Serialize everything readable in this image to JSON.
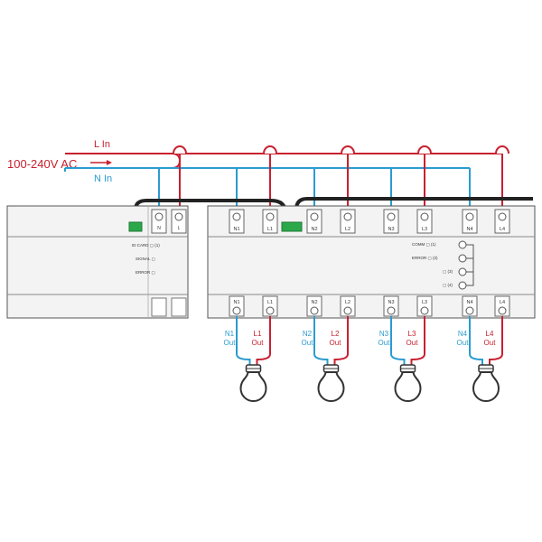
{
  "supply": {
    "voltage_label": "100-240V AC",
    "live_label": "L In",
    "neutral_label": "N In",
    "arrow_icon": "right-arrow"
  },
  "colors": {
    "live": "#c8202f",
    "neutral": "#2a9bd1",
    "bus": "#222222",
    "module_fill": "#f3f3f3",
    "module_stroke": "#555555",
    "connector": "#2aa84a"
  },
  "controller": {
    "terminals": [
      {
        "top": "",
        "bottom": "N"
      },
      {
        "top": "",
        "bottom": "L"
      }
    ],
    "status_lines": [
      "ID CARD ▢ (1)",
      "SIGNAL ▢",
      "ERROR ▢"
    ]
  },
  "relay_module": {
    "top_terminals": [
      "N1",
      "L1",
      "N2",
      "L2",
      "N3",
      "L3",
      "N4",
      "L4"
    ],
    "bottom_terminals": [
      "N1",
      "L1",
      "N2",
      "L2",
      "N3",
      "L3",
      "N4",
      "L4"
    ],
    "status_lines": [
      "COMM ▢ (1)",
      "ERROR ▢ (2)",
      "▢ (3)",
      "▢ (4)"
    ]
  },
  "outputs": [
    {
      "neutral_label": "N1",
      "neutral_sub": "Out",
      "live_label": "L1",
      "live_sub": "Out"
    },
    {
      "neutral_label": "N2",
      "neutral_sub": "Out",
      "live_label": "L2",
      "live_sub": "Out"
    },
    {
      "neutral_label": "N3",
      "neutral_sub": "Out",
      "live_label": "L3",
      "live_sub": "Out"
    },
    {
      "neutral_label": "N4",
      "neutral_sub": "Out",
      "live_label": "L4",
      "live_sub": "Out"
    }
  ]
}
